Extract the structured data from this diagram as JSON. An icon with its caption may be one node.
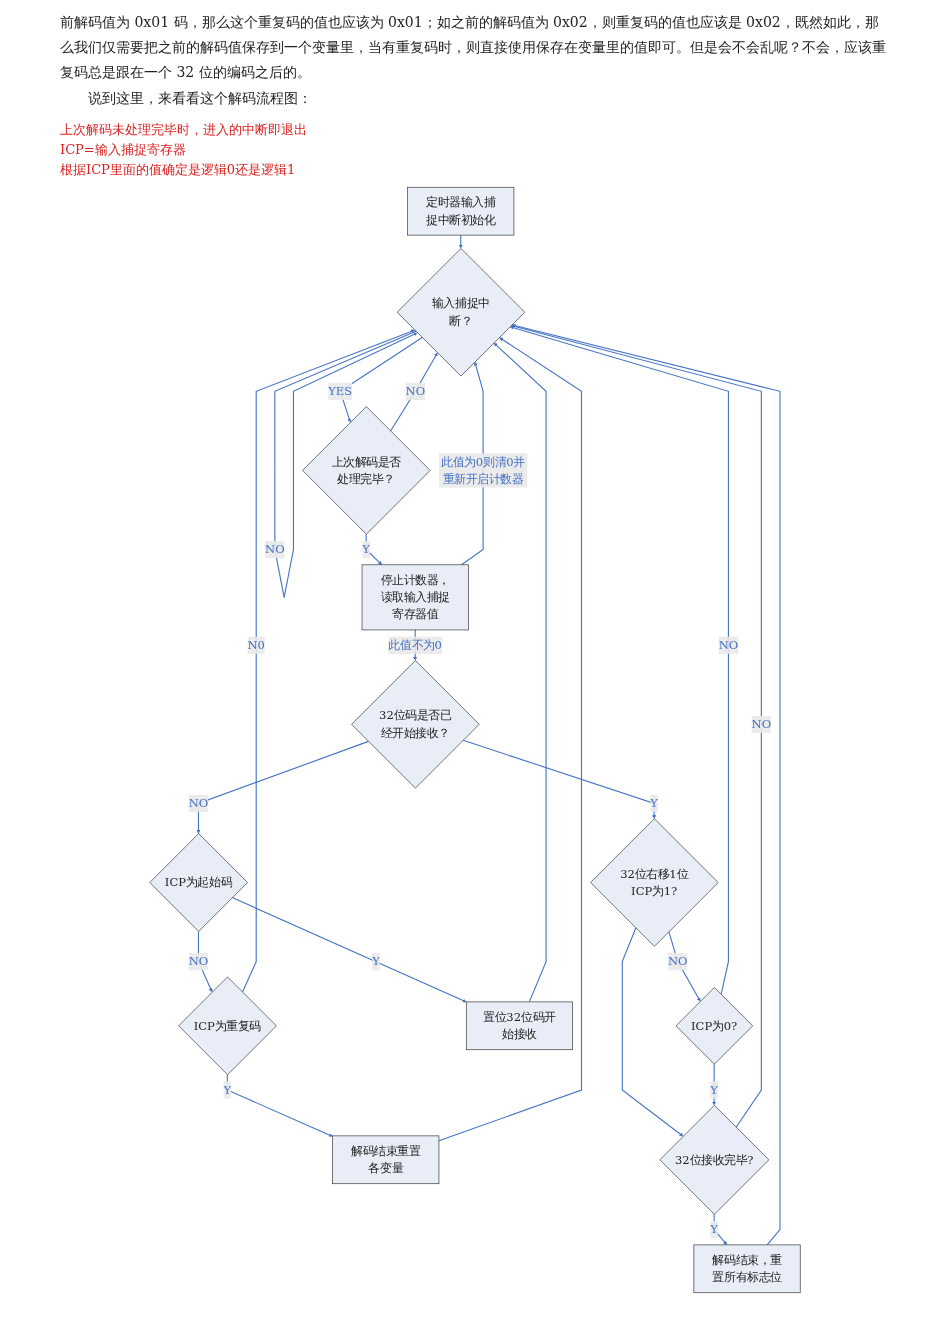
{
  "diagram": {
    "nodes": [
      {
        "text": [
          "定时器输入捕捉中断初始化"
        ]
      },
      {
        "text": [
          "输入捕捉中断？"
        ]
      },
      {
        "text": [
          "上次解码是否处理完毕？"
        ]
      },
      {
        "text": [
          "停止计数器，读取输入捕捉寄存器值"
        ]
      },
      {
        "text": [
          "32位码是否已经开始接收？"
        ]
      },
      {
        "text": [
          "ICP为起始码"
        ]
      },
      {
        "text": [
          "ICP为重复码"
        ]
      },
      {
        "text": [
          "置位32位码开始接收"
        ]
      },
      {
        "text": [
          "解码结束重置各变量"
        ]
      },
      {
        "text": [
          "32位右移1位ICP为1?"
        ]
      },
      {
        "text": [
          "ICP为0?"
        ]
      },
      {
        "text": [
          "32位接收完毕?"
        ]
      },
      {
        "text": [
          "解码结束，重置所有标志位"
        ]
      }
    ],
    "edges": [
      {
        "from": 0,
        "to": 1,
        "arrow": "to"
      },
      {
        "from": 1,
        "to": 2,
        "arrow": "to",
        "label": "YES"
      },
      {
        "from": 1,
        "to": 1,
        "arrow": "to",
        "label": "NO"
      },
      {
        "from": 2,
        "to": 1,
        "arrow": "to",
        "label": "NO"
      },
      {
        "from": 2,
        "to": 3,
        "arrow": "to",
        "label": "Y"
      },
      {
        "from": 3,
        "to": 1,
        "arrow": "to",
        "label": "此值为0则清0并重新开启计数器"
      },
      {
        "from": 3,
        "to": 4,
        "arrow": "to",
        "label": "此值不为0"
      },
      {
        "from": 4,
        "to": 5,
        "arrow": "to",
        "label": "NO"
      },
      {
        "from": 5,
        "to": 6,
        "arrow": "to",
        "label": "NO"
      },
      {
        "from": 6,
        "to": 1,
        "arrow": "to",
        "label": "N0"
      },
      {
        "from": 5,
        "to": 7,
        "arrow": "to",
        "label": "Y"
      },
      {
        "from": 6,
        "to": 8,
        "arrow": "to",
        "label": "Y"
      },
      {
        "from": 4,
        "to": 9,
        "arrow": "to",
        "label": "Y"
      },
      {
        "from": 9,
        "to": 10,
        "arrow": "to",
        "label": "NO"
      },
      {
        "from": 9,
        "to": 11,
        "arrow": "to"
      },
      {
        "from": 10,
        "to": 11,
        "arrow": "to",
        "label": "Y"
      },
      {
        "from": 10,
        "to": 1,
        "arrow": "to",
        "label": "NO"
      },
      {
        "from": 7,
        "to": 1,
        "arrow": "to"
      },
      {
        "from": 8,
        "to": 1,
        "arrow": "to"
      },
      {
        "from": 11,
        "to": 1,
        "arrow": "to",
        "label": "NO"
      },
      {
        "from": 11,
        "to": 12,
        "arrow": "to",
        "label": "Y"
      },
      {
        "from": 12,
        "to": 1,
        "arrow": "to"
      }
    ],
    "labels": [
      "前解码值为 0x01 码，那么这个重复码的值也应该为 0x01；如之前的解码值为 0x02，则重复码的值也应该是 0x02，既然如此，那么我们仅需要把之前的解码值保存到一个变量里，当有重复码时，则直接使用保存在变量里的值即可。但是会不会乱呢？不会，应该重复码总是跟在一个 32 位的编码之后的。",
      "说到这里，来看看这个解码流程图：",
      "上次解码未处理完毕时，进入的中断即退出",
      "ICP=输入捕捉寄存器",
      "根据ICP里面的值确定是逻辑0还是逻辑1"
    ]
  }
}
